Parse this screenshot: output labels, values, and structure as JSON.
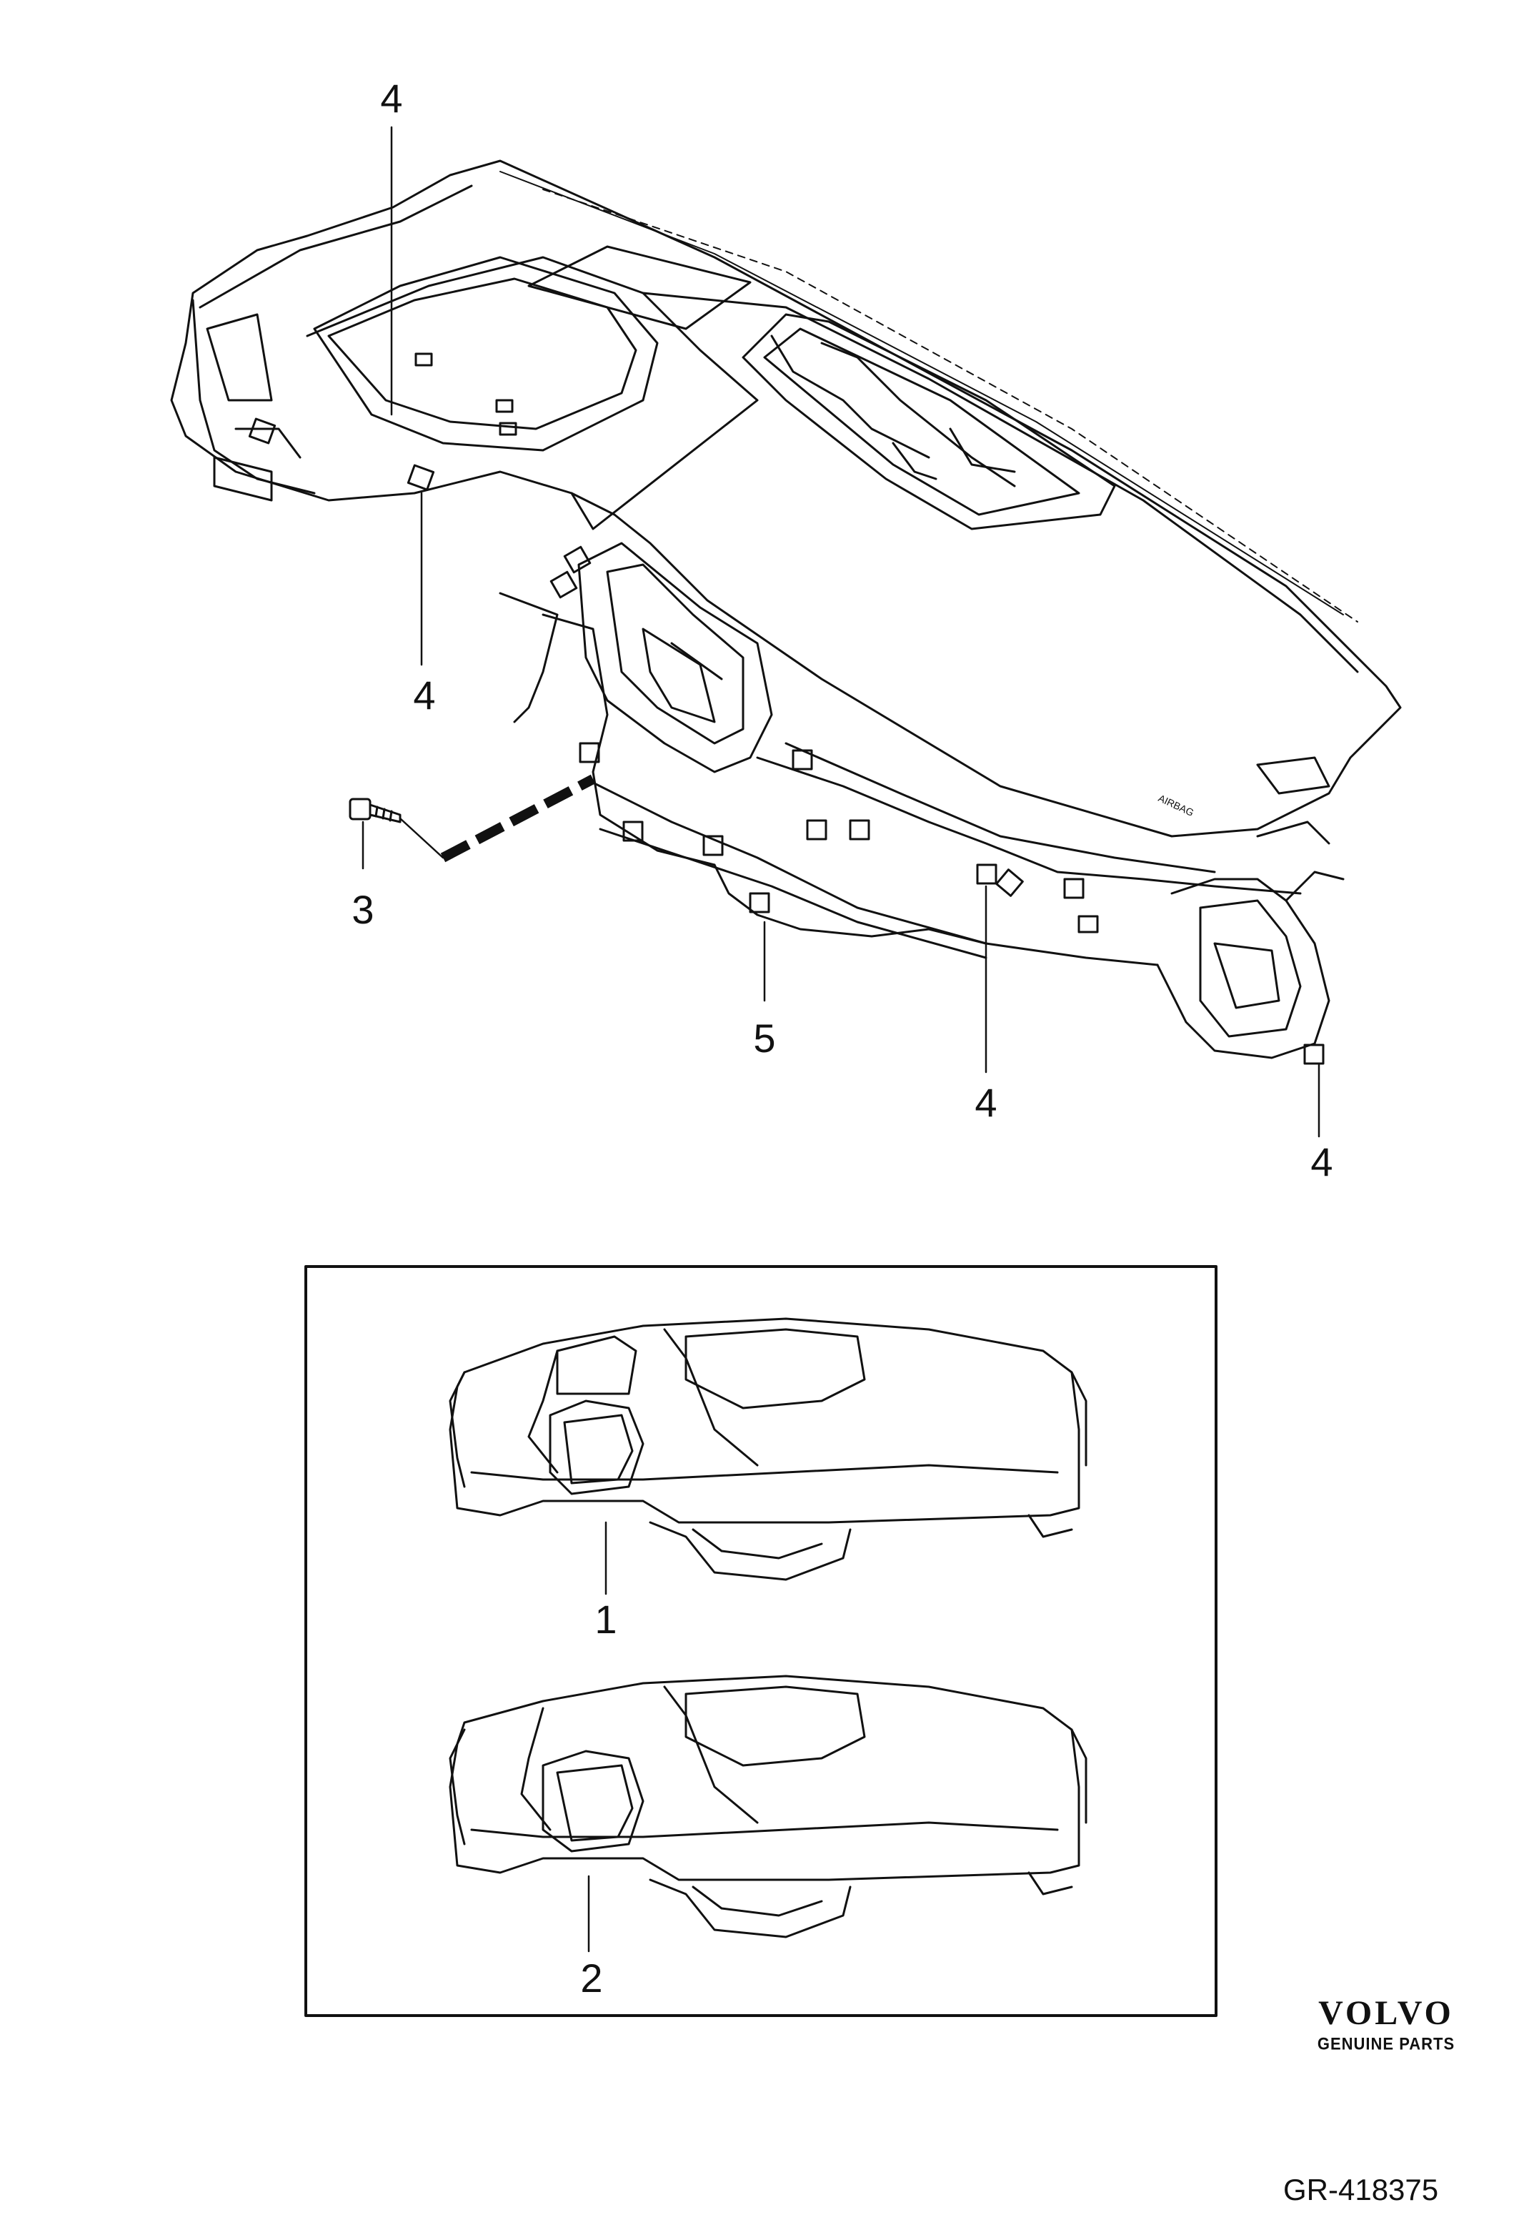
{
  "callouts": {
    "c4_top": "4",
    "c4_left": "4",
    "c3": "3",
    "c5": "5",
    "c4_mid": "4",
    "c4_right": "4",
    "c1": "1",
    "c2": "2"
  },
  "airbag_text": "AIRBAG",
  "brand": {
    "name": "VOLVO",
    "tagline": "GENUINE PARTS"
  },
  "reference": "GR-418375",
  "colors": {
    "line": "#111111",
    "background": "#ffffff"
  }
}
